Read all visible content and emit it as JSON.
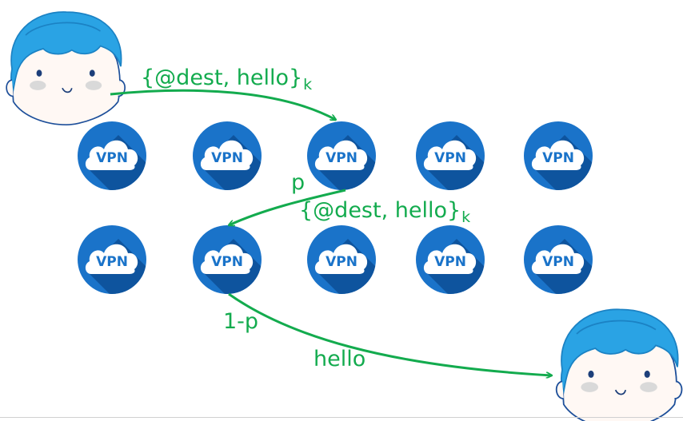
{
  "colors": {
    "arrow": "#13ab4e",
    "label": "#13ab4e",
    "node_fill": "#1a73c9",
    "node_shadow": "#0d4f96",
    "node_text": "#1a73c9",
    "hair": "#2aa3e4",
    "hair_dark": "#1b82c4",
    "skin": "#fff8f4",
    "cheek": "#d9d9d9"
  },
  "node_label": "VPN",
  "labels": {
    "message_1": "{@dest, hello}",
    "message_1_sub": "k",
    "message_2": "{@dest, hello}",
    "message_2_sub": "k",
    "prob_forward": "p",
    "prob_exit": "1-p",
    "plain": "hello"
  },
  "icons": {
    "sender": "person-avatar-icon",
    "receiver": "person-avatar-icon",
    "node": "vpn-cloud-icon"
  }
}
